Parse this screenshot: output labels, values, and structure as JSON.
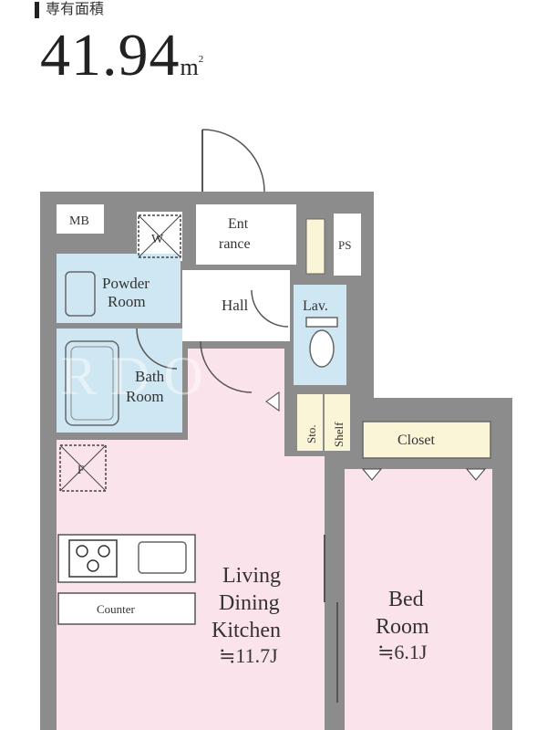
{
  "header": {
    "area_label": "専有面積",
    "area_value": "41.94",
    "area_unit": "m",
    "area_unit_sup": "2"
  },
  "watermark": "R  D  O",
  "rooms": {
    "mb": "MB",
    "washer": "W",
    "entrance_1": "Ent",
    "entrance_2": "rance",
    "ps": "PS",
    "powder_1": "Powder",
    "powder_2": "Room",
    "hall": "Hall",
    "lav": "Lav.",
    "bath_1": "Bath",
    "bath_2": "Room",
    "storage": "Sto.",
    "shelf": "Shelf",
    "closet": "Closet",
    "fan": "F",
    "counter": "Counter",
    "ldk_1": "Living",
    "ldk_2": "Dining",
    "ldk_3": "Kitchen",
    "ldk_size": "≒11.7J",
    "bed_1": "Bed",
    "bed_2": "Room",
    "bed_size": "≒6.1J"
  },
  "colors": {
    "wall": "#8c8c8c",
    "wall_edge": "#6e6e6e",
    "wet_area": "#cfe7f2",
    "living": "#fbe3ec",
    "closet": "#fbf5d8",
    "floor_white": "#ffffff"
  }
}
